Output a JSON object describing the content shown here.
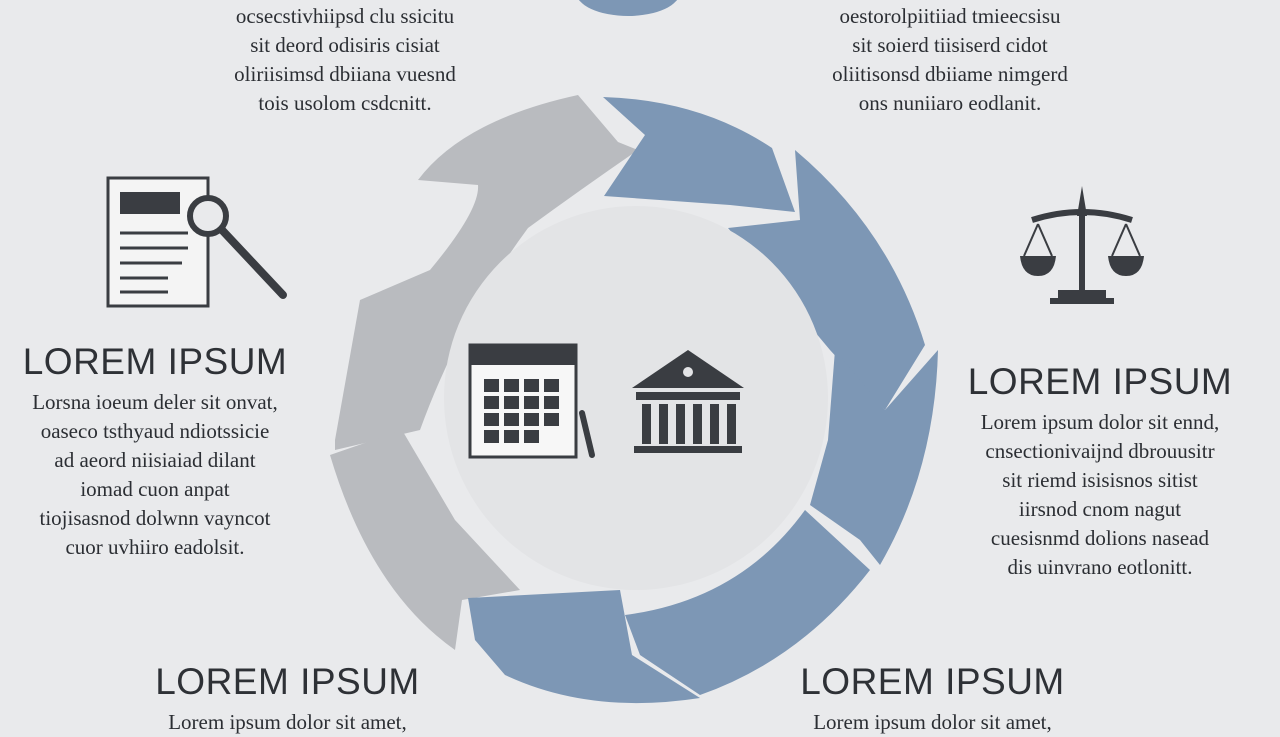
{
  "colors": {
    "background": "#e9eaec",
    "blue": "#7d97b5",
    "gray": "#b7b9bd",
    "icon": "#3a3d42"
  },
  "blocks": {
    "top_left": {
      "title": "",
      "lines": [
        "ocsecstivhiipsd clu ssicitu",
        "sit deord odisiris cisiat",
        "oliriisimsd dbiiana vuesnd",
        "tois usolom csdcnitt."
      ]
    },
    "top_right": {
      "title": "",
      "lines": [
        "oestorolpiitiiad tmieecsisu",
        "sit soierd tiisiserd cidot",
        "oliitisonsd dbiiame nimgerd",
        "ons nuniiaro eodlanit."
      ]
    },
    "left": {
      "title": "LOREM IPSUM",
      "lines": [
        "Lorsna ioeum deler sit onvat,",
        "oaseco tsthyaud ndiotssicie",
        "ad aeord niisiaiad dilant",
        "iomad cuon anpat",
        "tiojisasnod dolwnn vayncot",
        "cuor uvhiiro eadolsit."
      ]
    },
    "right": {
      "title": "LOREM IPSUM",
      "lines": [
        "Lorem ipsum dolor sit ennd,",
        "cnsectionivaijnd dbrouusitr",
        "sit riemd isisisnos sitist",
        "iirsnod cnom nagut",
        "cuesisnmd dolions nasead",
        "dis uinvrano eotlonitt."
      ]
    },
    "bottom_left": {
      "title": "LOREM IPSUM",
      "lines": [
        "Lorem ipsum dolor sit amet,"
      ]
    },
    "bottom_right": {
      "title": "LOREM IPSUM",
      "lines": [
        "Lorem ipsum dolor sit amet,"
      ]
    }
  },
  "icons": [
    "document-magnifier-icon",
    "scales-of-justice-icon",
    "calendar-icon",
    "courthouse-icon"
  ]
}
